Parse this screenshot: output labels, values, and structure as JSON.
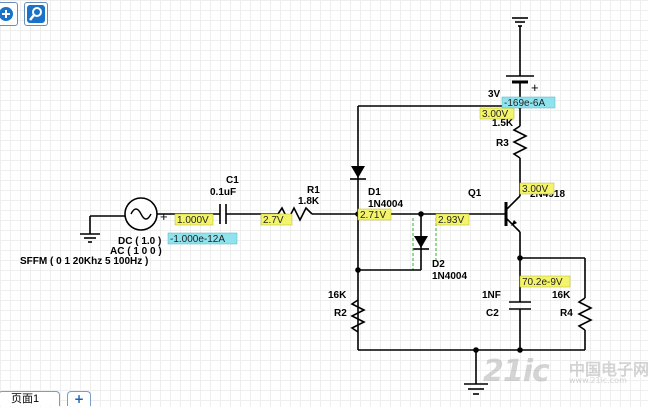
{
  "toolbar": {
    "buttons": [
      {
        "icon": "zoom-in-icon"
      },
      {
        "icon": "zoom-search-icon"
      }
    ]
  },
  "source": {
    "dc": "DC ( 1.0 )",
    "ac": "AC ( 1 0 0 )",
    "sffm": "SFFM ( 0 1 20Khz 5 100Hz )",
    "plus": "+"
  },
  "components": {
    "c1": {
      "name": "C1",
      "value": "0.1uF"
    },
    "r1": {
      "name": "R1",
      "value": "1.8K"
    },
    "d1": {
      "name": "D1",
      "value": "1N4004"
    },
    "d2": {
      "name": "D2",
      "value": "1N4004"
    },
    "q1": {
      "name": "Q1",
      "value": "2N4918"
    },
    "battery": {
      "value": "3V",
      "plus": "+"
    },
    "r3": {
      "name": "R3",
      "value": "1.5K"
    },
    "r2": {
      "name": "R2",
      "value": "16K"
    },
    "c2": {
      "name": "C2",
      "value": "1NF"
    },
    "r4": {
      "name": "R4",
      "value": "16K"
    }
  },
  "probes": {
    "v_source": "1.000V",
    "i_source": "-1.000e-12A",
    "v_r1": "2.7V",
    "v_d1": "2.71V",
    "v_base": "2.93V",
    "v_supply": "3.00V",
    "i_supply": "-169e-6A",
    "v_collector": "3.00V",
    "v_emitter": "70.2e-9V"
  },
  "colors": {
    "voltage_probe": "#f4f46a",
    "current_probe": "#8ee3ee",
    "grid": "#eeeeee",
    "node_dash": "#2db52d"
  },
  "tabs": {
    "page_label": "页面1",
    "add_label": "+"
  },
  "watermark": {
    "main": "21ic",
    "cn": "中国电子网",
    "url": "www.21ic.com"
  }
}
